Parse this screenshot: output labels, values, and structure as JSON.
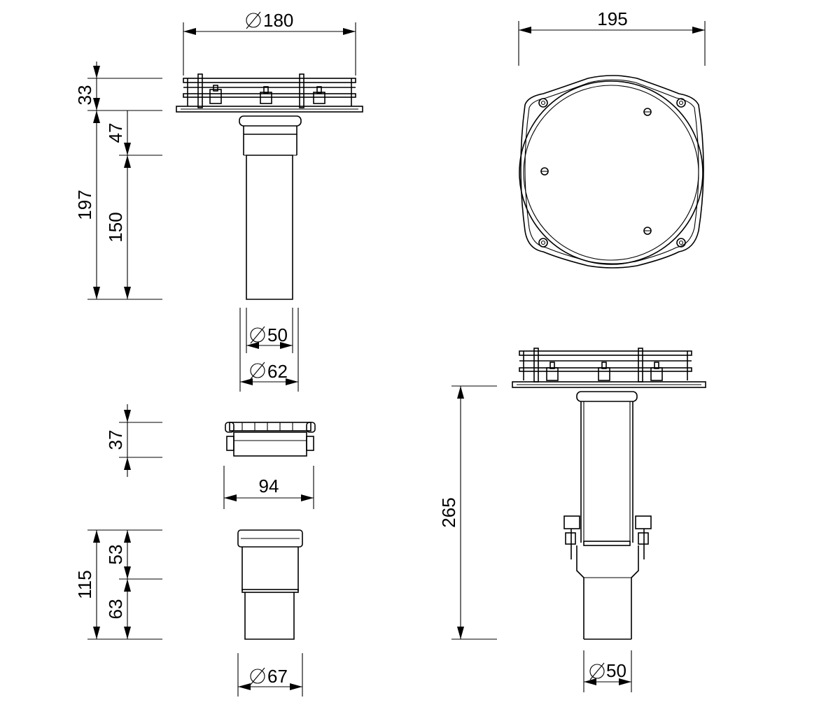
{
  "dimensions": {
    "top_diameter": "180",
    "body_height_total": "197",
    "flange_height": "33",
    "collar_height": "47",
    "pipe_length": "150",
    "pipe_inner_diameter": "50",
    "pipe_outer_diameter": "62",
    "plan_width": "195",
    "ring_height": "37",
    "ring_width": "94",
    "adapter_height_total": "115",
    "adapter_upper": "53",
    "adapter_lower": "63",
    "adapter_diameter": "67",
    "assembly_height": "265",
    "assembly_outlet_diameter": "50"
  },
  "colors": {
    "line": "#000000",
    "background": "#ffffff"
  }
}
